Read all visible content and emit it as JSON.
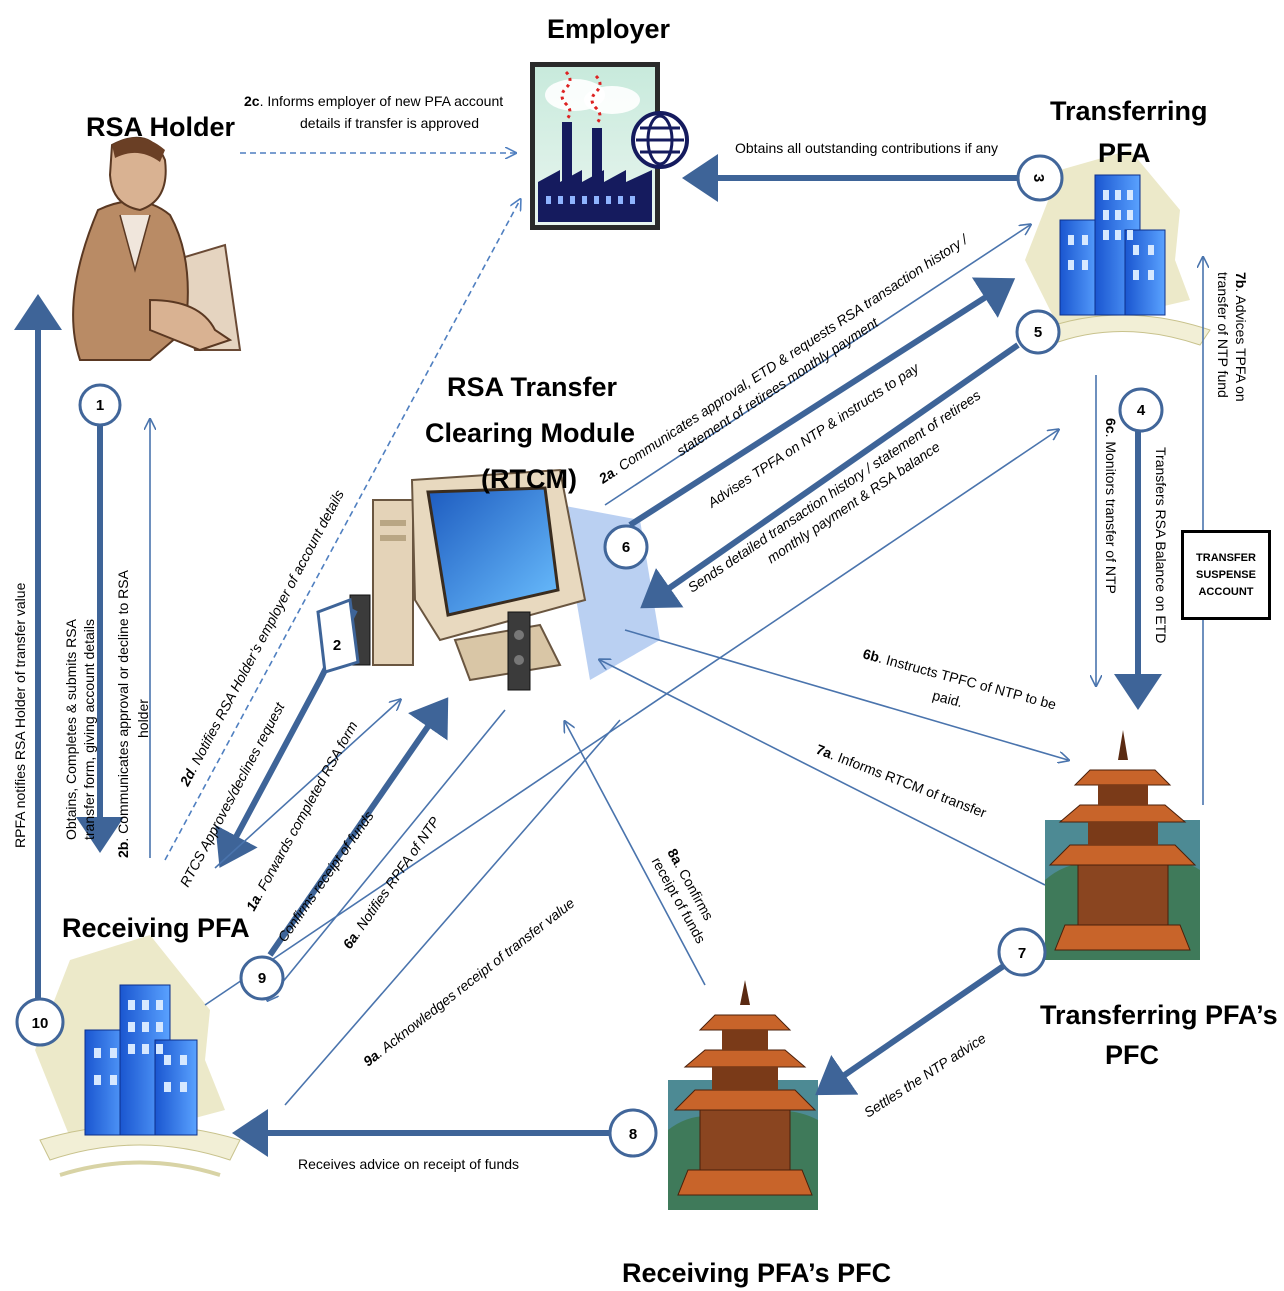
{
  "nodes": {
    "employer": "Employer",
    "rsa_holder": "RSA Holder",
    "transferring_pfa": [
      "Transferring",
      "PFA"
    ],
    "rtcm": [
      "RSA Transfer",
      "Clearing Module",
      "(RTCM)"
    ],
    "receiving_pfa": "Receiving PFA",
    "transferring_pfc": [
      "Transferring PFA’s",
      "PFC"
    ],
    "receiving_pfc": "Receiving PFA’s PFC",
    "suspense_account": [
      "TRANSFER",
      "SUSPENSE",
      "ACCOUNT"
    ]
  },
  "steps": [
    "1",
    "2",
    "3",
    "4",
    "5",
    "6",
    "7",
    "8",
    "9",
    "10"
  ],
  "labels": {
    "l2c_num": "2c",
    "l2c_a": ". Informs employer of new PFA account",
    "l2c_b": "details if transfer is approved",
    "l3": "Obtains all outstanding contributions if any",
    "l2a_num": "2a",
    "l2a_a": ". Communicates approval, ETD  & requests RSA transaction history /",
    "l2a_b": "statement of retirees monthly payment",
    "l6_adv": "Advises TPFA on NTP & instructs to pay",
    "l5_a": "Sends detailed transaction history / statement of retirees",
    "l5_b": "monthly payment & RSA balance",
    "l2d_num": "2d",
    "l2d": ". Notifies RSA Holder’s employer of account details",
    "l1_a": "Obtains, Completes  & submits RSA",
    "l1_b": "transfer form, giving account details",
    "l2b_num": "2b",
    "l2b_a": ". Communicates approval or decline to RSA",
    "l2b_b": "holder",
    "l10": "RPFA notifies RSA Holder of transfer value",
    "l2_rtcs": "RTCS Approves/declines request",
    "l1a_num": "1a",
    "l1a": ". Forwards completed RSA form",
    "l9": "Confirms receipt of funds",
    "l6a_num": "6a",
    "l6a": ". Notifies RPFA of NTP",
    "l9a_num": "9a",
    "l9a": ". Acknowledges receipt of transfer value",
    "l8a_num": "8a",
    "l8a_a": ". Confirms",
    "l8a_b": "receipt of funds",
    "l6b_num": "6b",
    "l6b_a": ". Instructs TPFC of NTP to be",
    "l6b_b": "paid.",
    "l7a_num": "7a",
    "l7a": ". Informs RTCM of transfer",
    "l6c_num": "6c",
    "l6c": ". Monitors transfer of NTP",
    "l4": "Transfers RSA Balance on ETD",
    "l7b_num": "7b",
    "l7b_a": ". Advices TPFA on",
    "l7b_b": "transfer of NTP fund",
    "l7": "Settles the NTP advice",
    "l8": "Receives advice on receipt of funds"
  },
  "colors": {
    "arrow": "#3e6498",
    "thin_arrow": "#4a74ad",
    "building_blue": "#1e5fd6",
    "pagoda_orange": "#c8642a"
  }
}
